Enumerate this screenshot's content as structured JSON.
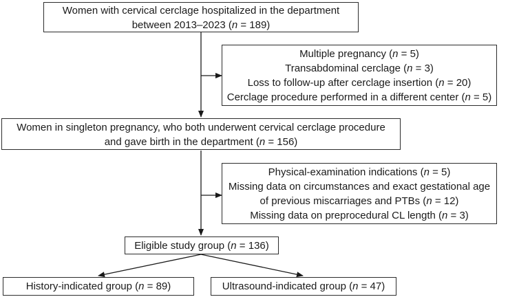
{
  "boxes": {
    "source": {
      "line1": "Women with cervical cerclage hospitalized in the department",
      "line2_pre": "between 2013–2023 (",
      "n_label": "n",
      "line2_post": " = 189)"
    },
    "exclusion1": {
      "items": [
        {
          "pre": "Multiple pregnancy (",
          "n": "n",
          "post": " = 5)"
        },
        {
          "pre": "Transabdominal cerclage (",
          "n": "n",
          "post": " = 3)"
        },
        {
          "pre": "Loss to follow-up after cerclage insertion (",
          "n": "n",
          "post": " = 20)"
        },
        {
          "pre": "Cerclage procedure performed in a different center (",
          "n": "n",
          "post": " = 5)"
        }
      ]
    },
    "singleton": {
      "line1": "Women in singleton pregnancy, who both underwent cervical cerclage procedure",
      "line2_pre": "and gave birth in the department (",
      "n_label": "n",
      "line2_post": " = 156)"
    },
    "exclusion2": {
      "line1_pre": "Physical-examination indications (",
      "line1_n": "n",
      "line1_post": " = 5)",
      "line2": "Missing data on circumstances and exact gestational age",
      "line3_pre": "of previous miscarriages and PTBs (",
      "line3_n": "n",
      "line3_post": " = 12)",
      "line4_pre": "Missing data on preprocedural CL length (",
      "line4_n": "n",
      "line4_post": " = 3)"
    },
    "eligible": {
      "pre": "Eligible study group (",
      "n_label": "n",
      "post": " = 136)"
    },
    "history": {
      "pre": "History-indicated group (",
      "n_label": "n",
      "post": " = 89)"
    },
    "ultrasound": {
      "pre": "Ultrasound-indicated group (",
      "n_label": "n",
      "post": " = 47)"
    }
  },
  "colors": {
    "border": "#2b2b2b",
    "arrow": "#1a1a1a"
  }
}
